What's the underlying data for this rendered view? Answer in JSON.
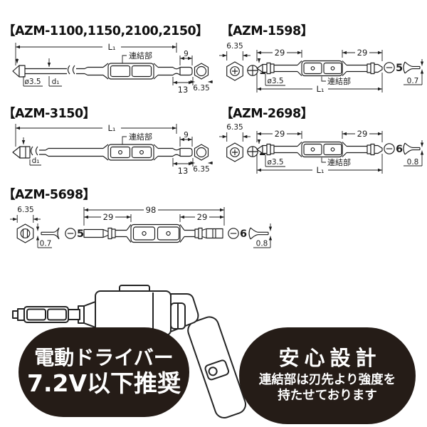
{
  "colors": {
    "ink": "#1d1d1d",
    "badge_bg": "#251c17",
    "badge_fg": "#ffffff",
    "page_bg": "#ffffff"
  },
  "sections": {
    "azm1100": {
      "title": "【AZM-1100,1150,2100,2150】",
      "overall": "L₁",
      "connector": "連結部",
      "groove_w": "9",
      "tip_dia": "ø3.5",
      "shaft_dia": "d₁",
      "shank_l": "13",
      "hex_size": "6.35"
    },
    "azm1598": {
      "title": "【AZM-1598】",
      "hex_size": "6.35",
      "phillips_no": "1",
      "seg_left": "29",
      "seg_right": "29",
      "slot_no": "5",
      "tip_dia": "ø3.5",
      "connector": "連結部",
      "overall": "L₁",
      "blade_t": "0.7"
    },
    "azm3150": {
      "title": "【AZM-3150】",
      "overall": "L₁",
      "connector": "連結部",
      "groove_w": "9",
      "shaft_dia": "d₁",
      "shank_l": "13",
      "hex_size": "6.35"
    },
    "azm2698": {
      "title": "【AZM-2698】",
      "hex_size": "6.35",
      "phillips_no": "2",
      "seg_left": "29",
      "seg_right": "29",
      "slot_no": "6",
      "tip_dia": "ø3.5",
      "connector": "連結部",
      "overall": "L₁",
      "blade_t": "0.8"
    },
    "azm5698": {
      "title": "【AZM-5698】",
      "hex_size": "6.35",
      "blade_t_left": "0.7",
      "slot_no_left": "5",
      "overall": "98",
      "seg_left": "29",
      "seg_right": "29",
      "slot_no_right": "6",
      "blade_t_right": "0.8"
    }
  },
  "badges": {
    "driver": {
      "line1": "電動ドライバー",
      "line2": "7.2V以下推奨"
    },
    "safety": {
      "title": "安心設計",
      "line1": "連結部は刃先より強度を",
      "line2": "持たせております"
    }
  }
}
